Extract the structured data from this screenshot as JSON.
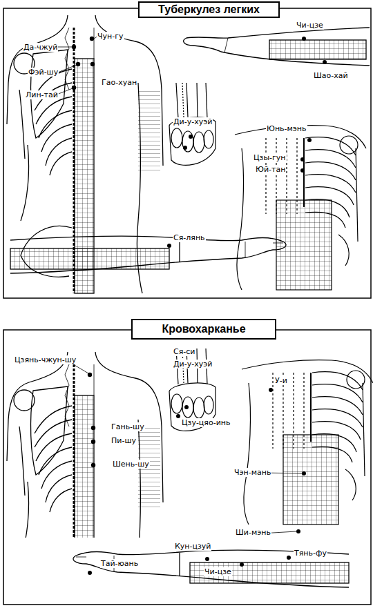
{
  "diagram": {
    "nodes": [
      {
        "text": [
          "Туберкулез легких"
        ]
      },
      {
        "text": [
          "Кровохарканье"
        ]
      }
    ],
    "labels": [
      "Чун-гу",
      "Да-чжуй",
      "Фэй-шу",
      "Гао-хуан",
      "Лин-тай",
      "Чи-цзе",
      "Шао-хай",
      "Ди-у-хуэй",
      "Юнь-мэнь",
      "Цзы-гун",
      "Юй-тан",
      "Ся-лянь",
      "Цзянь-чжун-шу",
      "Ся-си",
      "Ди-у-хуэй",
      "Цзу-цяо-инь",
      "У-и",
      "Гань-шу",
      "Пи-шу",
      "Шень-шу",
      "Чэн-мань",
      "Ши-мэнь",
      "Кун-цзуй",
      "Тай-юань",
      "Чи-цзе",
      "Тянь-фу"
    ]
  }
}
